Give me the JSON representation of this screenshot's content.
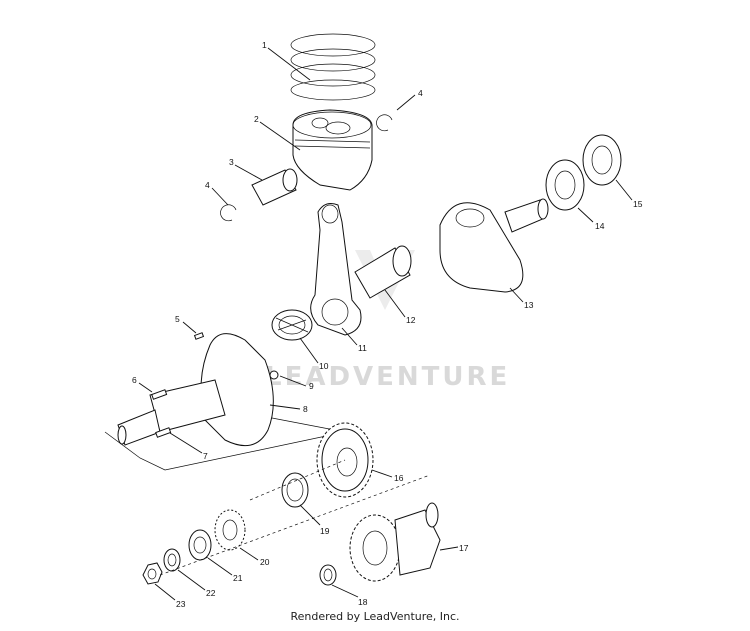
{
  "watermark": "LEADVENTURE",
  "footer": "Rendered by LeadVenture, Inc.",
  "labels": [
    "1",
    "2",
    "3",
    "4",
    "4",
    "5",
    "6",
    "7",
    "8",
    "9",
    "10",
    "11",
    "12",
    "13",
    "14",
    "15",
    "16",
    "17",
    "18",
    "19",
    "20",
    "21",
    "22",
    "23"
  ]
}
